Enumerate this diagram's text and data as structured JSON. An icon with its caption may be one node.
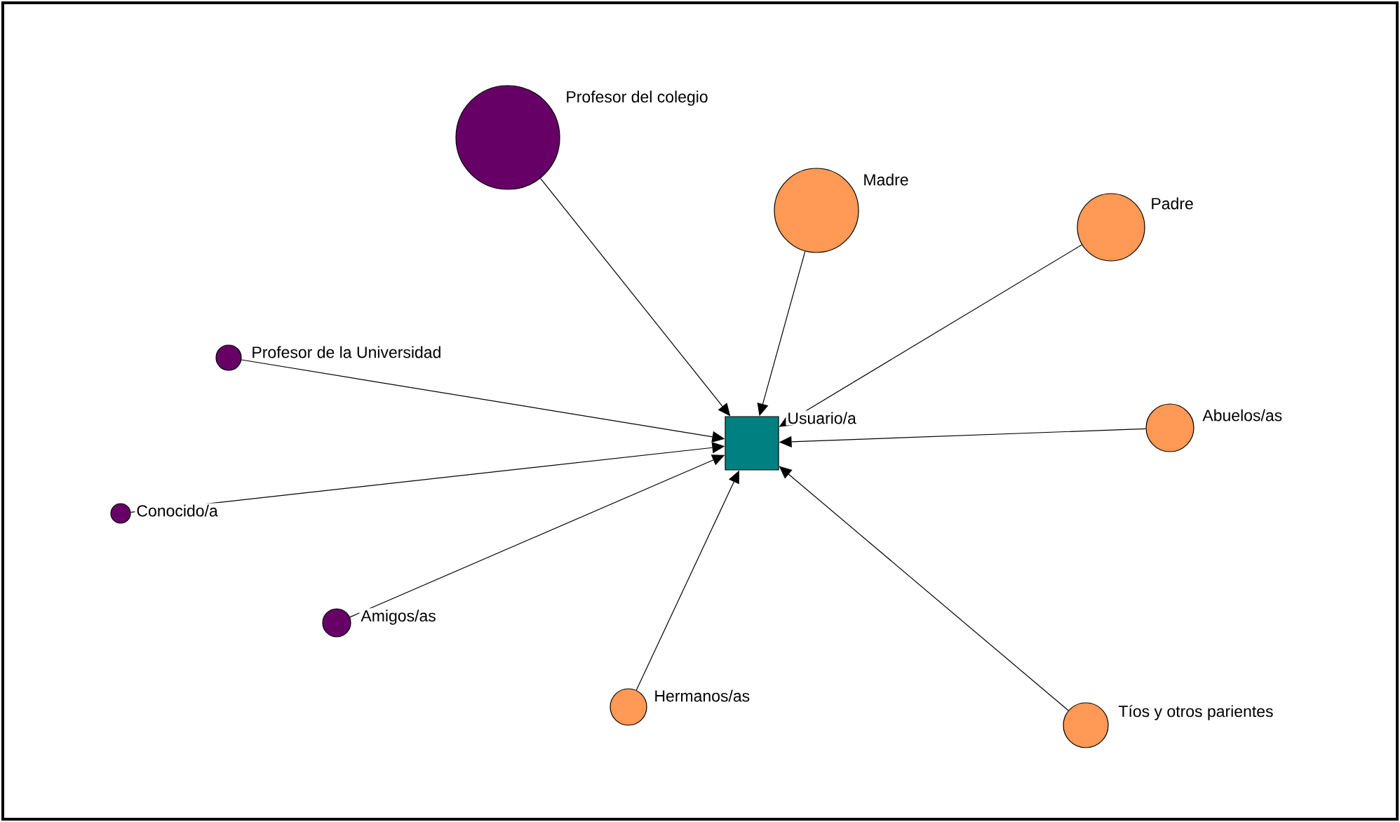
{
  "diagram": {
    "nodes": [
      {
        "text": [],
        "shape": "box",
        "beside": [
          "Usuario/a"
        ]
      },
      {
        "text": [],
        "shape": "circle",
        "beside": [
          "Profesor del colegio"
        ]
      },
      {
        "text": [],
        "shape": "circle",
        "beside": [
          "Madre"
        ]
      },
      {
        "text": [],
        "shape": "circle",
        "beside": [
          "Padre"
        ]
      },
      {
        "text": [],
        "shape": "circle",
        "beside": [
          "Profesor de la Universidad"
        ]
      },
      {
        "text": [],
        "shape": "circle",
        "beside": [
          "Abuelos/as"
        ]
      },
      {
        "text": [],
        "shape": "circle",
        "beside": [
          "Conocido/a"
        ]
      },
      {
        "text": [],
        "shape": "circle",
        "beside": [
          "Amigos/as"
        ]
      },
      {
        "text": [],
        "shape": "circle",
        "beside": [
          "Hermanos/as"
        ]
      },
      {
        "text": [],
        "shape": "circle",
        "beside": [
          "Tíos y otros parientes"
        ]
      }
    ],
    "edges": [
      {
        "from": 1,
        "to": 0,
        "arrow": "to"
      },
      {
        "from": 2,
        "to": 0,
        "arrow": "to"
      },
      {
        "from": 3,
        "to": 0,
        "arrow": "to"
      },
      {
        "from": 4,
        "to": 0,
        "arrow": "to"
      },
      {
        "from": 5,
        "to": 0,
        "arrow": "to"
      },
      {
        "from": 6,
        "to": 0,
        "arrow": "to"
      },
      {
        "from": 7,
        "to": 0,
        "arrow": "to"
      },
      {
        "from": 8,
        "to": 0,
        "arrow": "to"
      },
      {
        "from": 9,
        "to": 0,
        "arrow": "to"
      }
    ]
  }
}
